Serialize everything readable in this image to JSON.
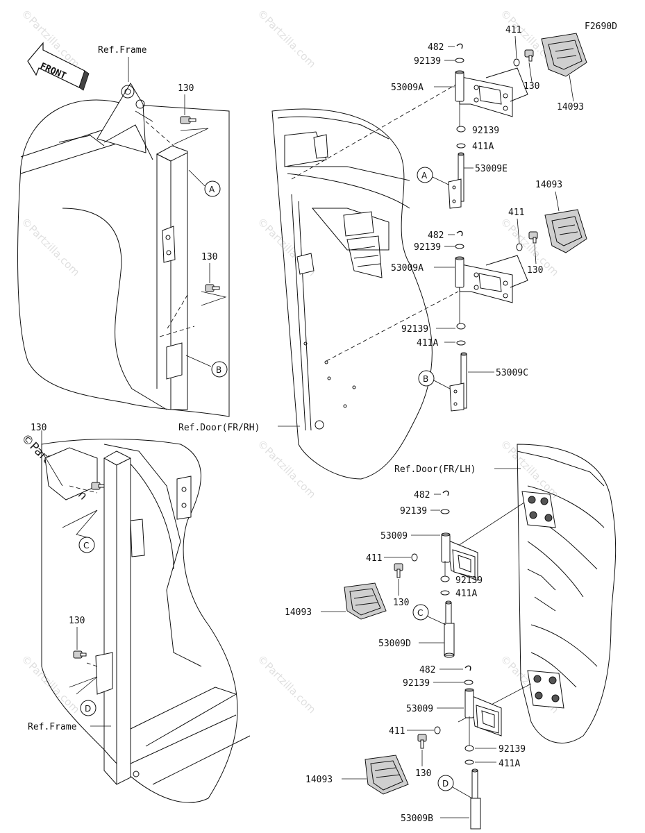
{
  "figure_code": "F2690D",
  "front_label": "FRONT",
  "refs": {
    "frame_top": "Ref.Frame",
    "frame_bottom": "Ref.Frame",
    "door_rh": "Ref.Door(FR/RH)",
    "door_lh": "Ref.Door(FR/LH)"
  },
  "circles": {
    "a": "A",
    "b": "B",
    "c": "C",
    "d": "D"
  },
  "left_top": {
    "bolt1": "130",
    "bolt2": "130",
    "circle_a": "A",
    "circle_b": "B"
  },
  "left_bottom": {
    "bolt1": "130",
    "bolt2": "130",
    "circle_c": "C",
    "circle_d": "D"
  },
  "rh_upper": {
    "p482": "482",
    "p92139a": "92139",
    "p53009A": "53009A",
    "p411": "411",
    "p130": "130",
    "p14093": "14093",
    "p92139b": "92139",
    "p411A": "411A",
    "p53009E": "53009E"
  },
  "rh_lower": {
    "p14093": "14093",
    "p482": "482",
    "p411": "411",
    "p92139a": "92139",
    "p130": "130",
    "p53009A": "53009A",
    "p92139b": "92139",
    "p411A": "411A",
    "p53009C": "53009C"
  },
  "lh_upper": {
    "p482": "482",
    "p92139a": "92139",
    "p53009": "53009",
    "p411": "411",
    "p92139b": "92139",
    "p411A": "411A",
    "p130": "130",
    "p14093": "14093",
    "p53009D": "53009D"
  },
  "lh_lower": {
    "p482": "482",
    "p92139a": "92139",
    "p53009": "53009",
    "p411": "411",
    "p92139b": "92139",
    "p411A": "411A",
    "p130": "130",
    "p14093": "14093",
    "p53009B": "53009B"
  },
  "watermark": "©Partzilla.com"
}
